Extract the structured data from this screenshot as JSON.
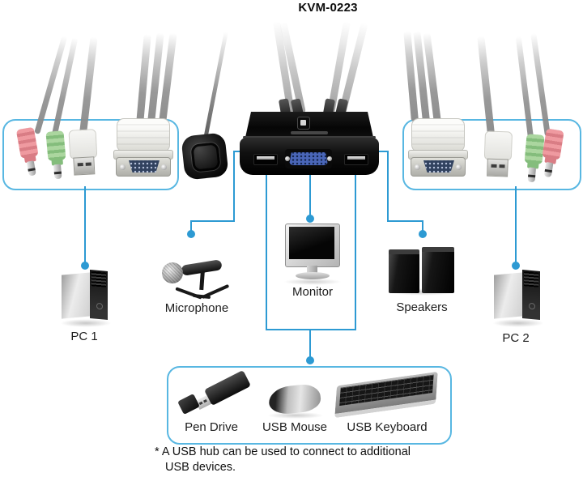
{
  "title": "KVM-0223",
  "labels": {
    "pc1": "PC 1",
    "pc2": "PC 2",
    "microphone": "Microphone",
    "monitor": "Monitor",
    "speakers": "Speakers",
    "pen_drive": "Pen Drive",
    "usb_mouse": "USB Mouse",
    "usb_keyboard": "USB Keyboard"
  },
  "footnote": {
    "line1": "* A USB hub can be used to connect to additional",
    "line2": "USB devices."
  },
  "colors": {
    "line": "#2d9ad3",
    "box_border": "#58b7e2",
    "jack_pink": "#ef9aa0",
    "jack_green": "#abd69f",
    "vga_blue": "#4a66b8",
    "vga_blue_dark": "#31425f"
  }
}
